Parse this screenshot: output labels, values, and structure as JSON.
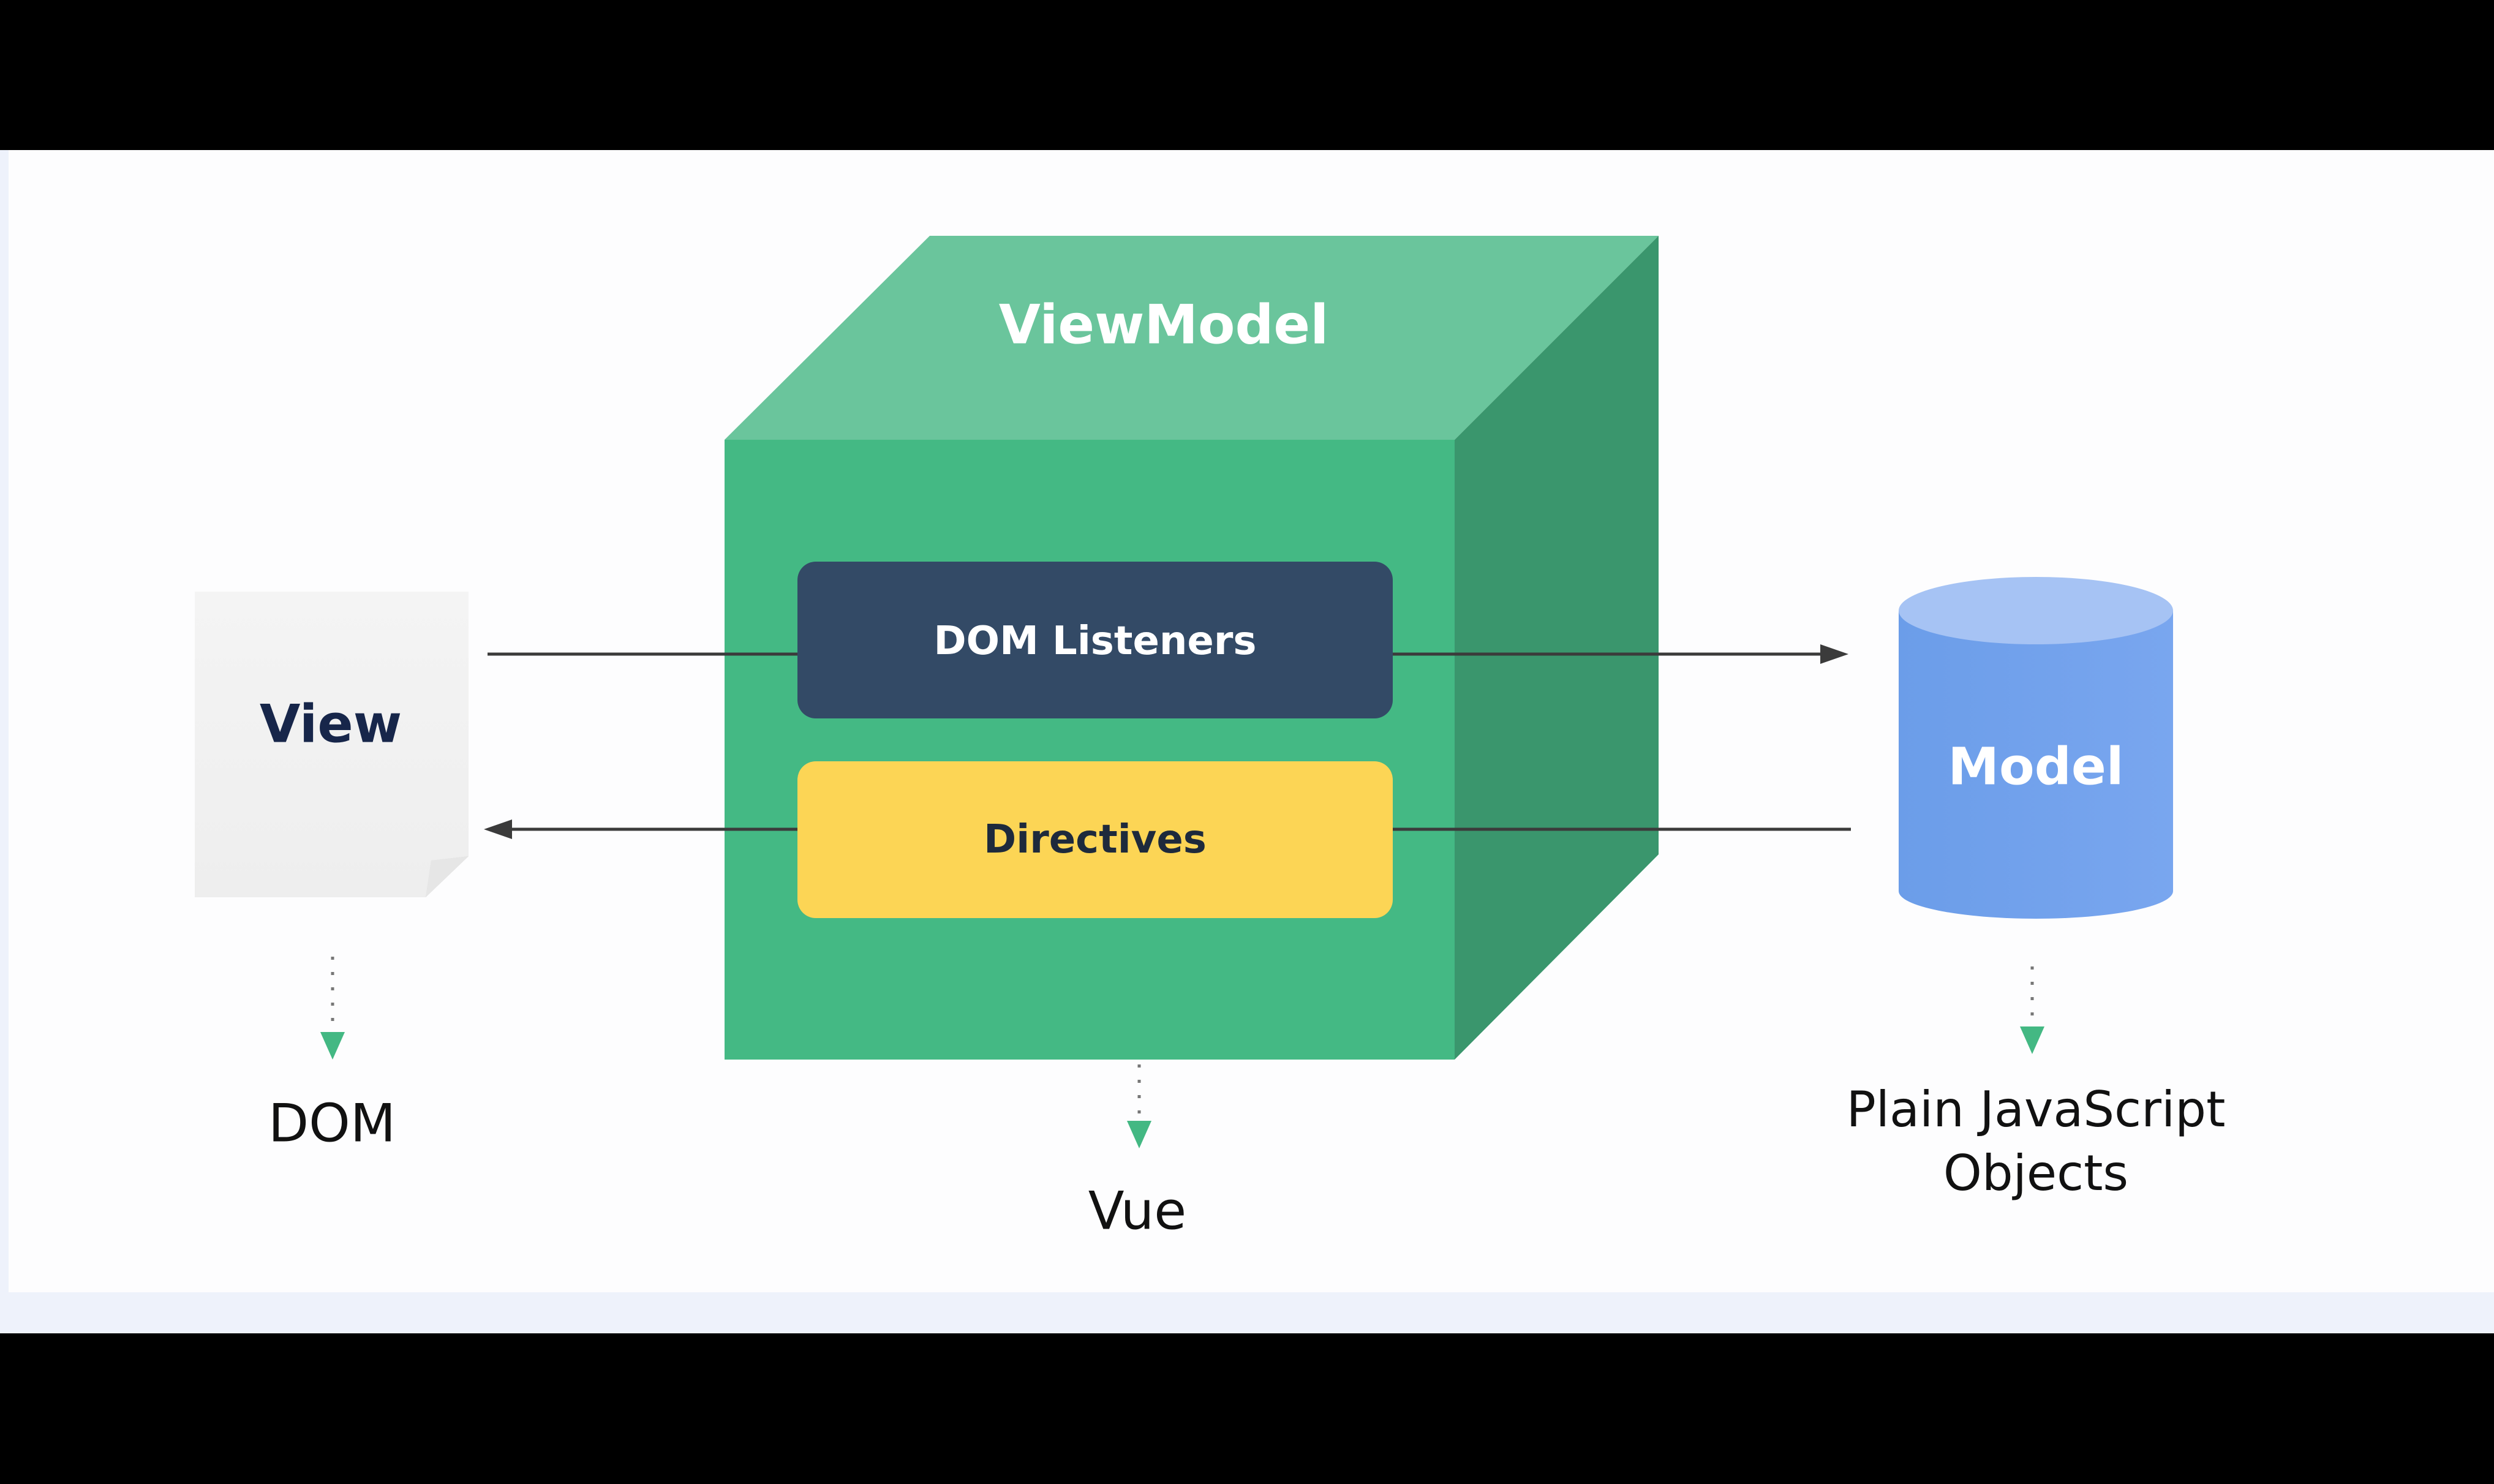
{
  "diagram": {
    "view": {
      "label": "View",
      "caption": "DOM"
    },
    "viewmodel": {
      "label": "ViewModel",
      "caption": "Vue",
      "dom_listeners": "DOM Listeners",
      "directives": "Directives"
    },
    "model": {
      "label": "Model",
      "caption_line1": "Plain JavaScript",
      "caption_line2": "Objects"
    }
  },
  "colors": {
    "cube_front": "#44b984",
    "cube_top": "#6ac59c",
    "cube_side": "#3a966d",
    "dom_listeners_box": "#334a66",
    "directives_box": "#fcd555",
    "model_cylinder": "#6d9eeb",
    "model_cylinder_top": "#a6c3f4",
    "arrow_dotted_head": "#43b883",
    "view_text": "#17264a"
  }
}
